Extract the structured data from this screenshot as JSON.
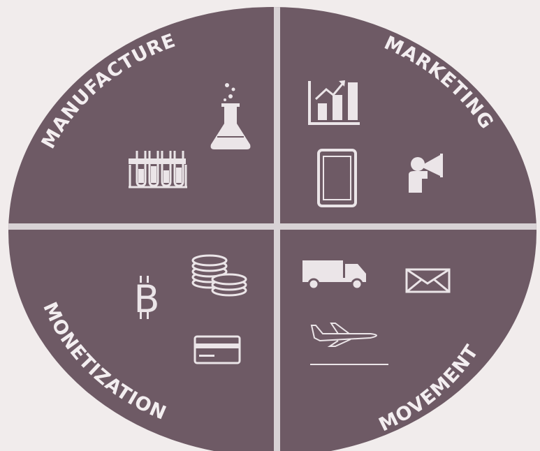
{
  "diagram": {
    "colors": {
      "page_background": "#f1ecec",
      "quadrant_fill": "#6e5a65",
      "divider": "#d8d2d5",
      "icon": "#ebe5e8",
      "label": "#f3eef0"
    },
    "quadrants": {
      "top_left": {
        "label": "MANUFACTURE",
        "icons": [
          "flask-icon",
          "test-tube-rack-icon"
        ]
      },
      "top_right": {
        "label": "MARKETING",
        "icons": [
          "bar-chart-growth-icon",
          "smartphone-icon",
          "megaphone-person-icon"
        ]
      },
      "bottom_left": {
        "label": "MONETIZATION",
        "icons": [
          "coins-stack-icon",
          "bitcoin-icon",
          "credit-card-icon"
        ]
      },
      "bottom_right": {
        "label": "MOVEMENT",
        "icons": [
          "truck-icon",
          "envelope-icon",
          "airplane-icon"
        ]
      }
    },
    "symbols": {
      "bitcoin": "B"
    }
  }
}
